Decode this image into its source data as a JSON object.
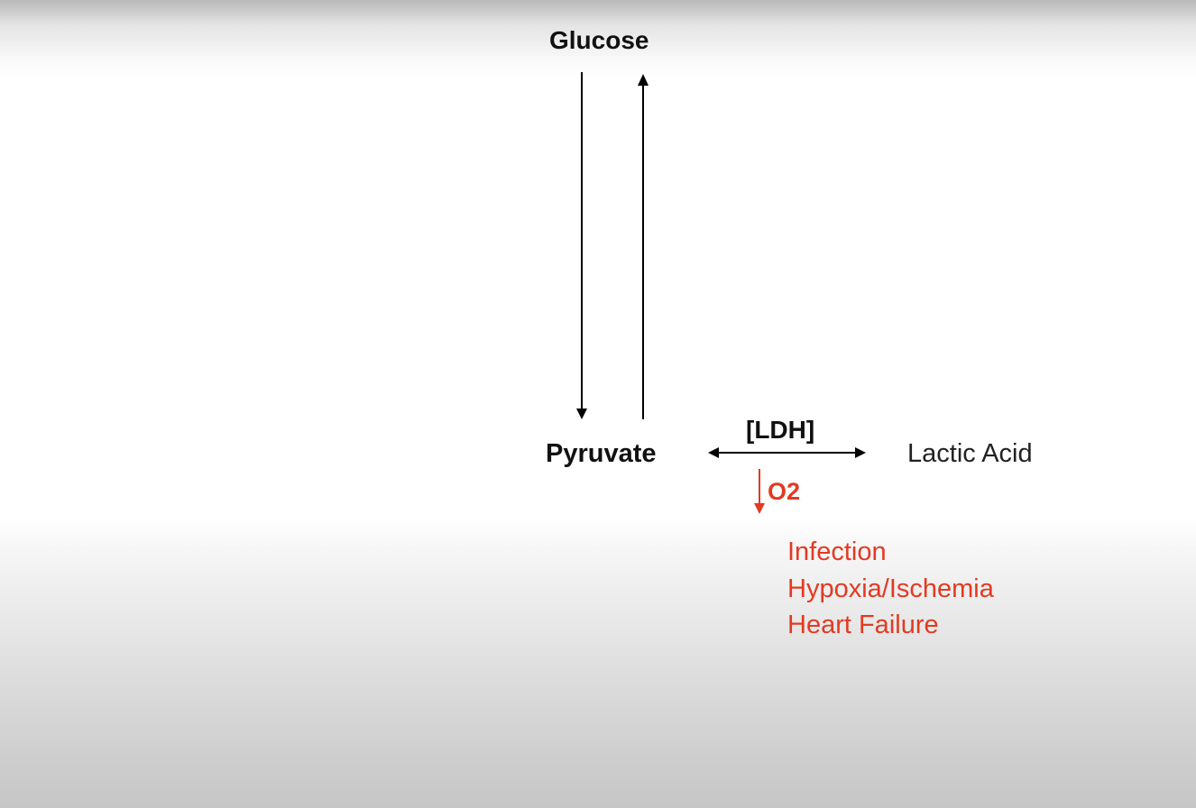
{
  "diagram": {
    "nodes": {
      "glucose": "Glucose",
      "pyruvate": "Pyruvate",
      "lactic_acid": "Lactic Acid"
    },
    "enzyme_label": "[LDH]",
    "oxygen_label": "O2",
    "causes": [
      "Infection",
      "Hypoxia/Ischemia",
      "Heart Failure"
    ],
    "colors": {
      "text": "#111111",
      "highlight_red": "#e23a22",
      "arrow": "#000000"
    }
  }
}
